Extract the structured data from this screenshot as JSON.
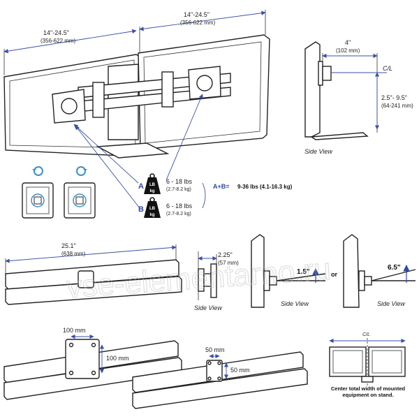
{
  "top": {
    "left_dim": "14\"-24.5\"",
    "left_dim_mm": "(356-622 mm)",
    "right_dim": "14\"-24.5\"",
    "right_dim_mm": "(356-622 mm)"
  },
  "side_top": {
    "dim_w": "4\"",
    "dim_w_mm": "(102 mm)",
    "cl": "C/L",
    "dim_h": "2.5\"- 9.5\"",
    "dim_h_mm": "(64-241 mm)",
    "caption": "Side View"
  },
  "weights": {
    "a_letter": "A",
    "a_range": "6 - 18 lbs",
    "a_range_kg": "(2.7-8.2 kg)",
    "b_letter": "B",
    "b_range": "6 - 18 lbs",
    "b_range_kg": "(2.7-8.2 kg)",
    "lb": "LB",
    "kg": "kg",
    "sum_label": "A+B=",
    "sum_value": "9-36 lbs (4.1-16.3 kg)"
  },
  "middle": {
    "bar_dim": "25.1\"",
    "bar_dim_mm": "(638 mm)",
    "depth_dim": "2.25\"",
    "depth_dim_mm": "(57 mm)",
    "side_caption_1": "Side View",
    "tilt_1": "1.5\"",
    "or": "or",
    "tilt_2": "6.5\"",
    "side_caption_2": "Side View",
    "side_caption_3": "Side View"
  },
  "bottom": {
    "vesa_100_w": "100 mm",
    "vesa_100_h": "100 mm",
    "vesa_50_w": "50 mm",
    "vesa_50_h": "50 mm",
    "cl": "C/L",
    "note": "Center total width of mounted equipment on stand."
  },
  "watermark": "vse-elementarno.ru",
  "colors": {
    "dimension": "#3b4fa8",
    "arrow_fill": "#2f4aa0",
    "rotate_icon": "#3f8fc4"
  }
}
